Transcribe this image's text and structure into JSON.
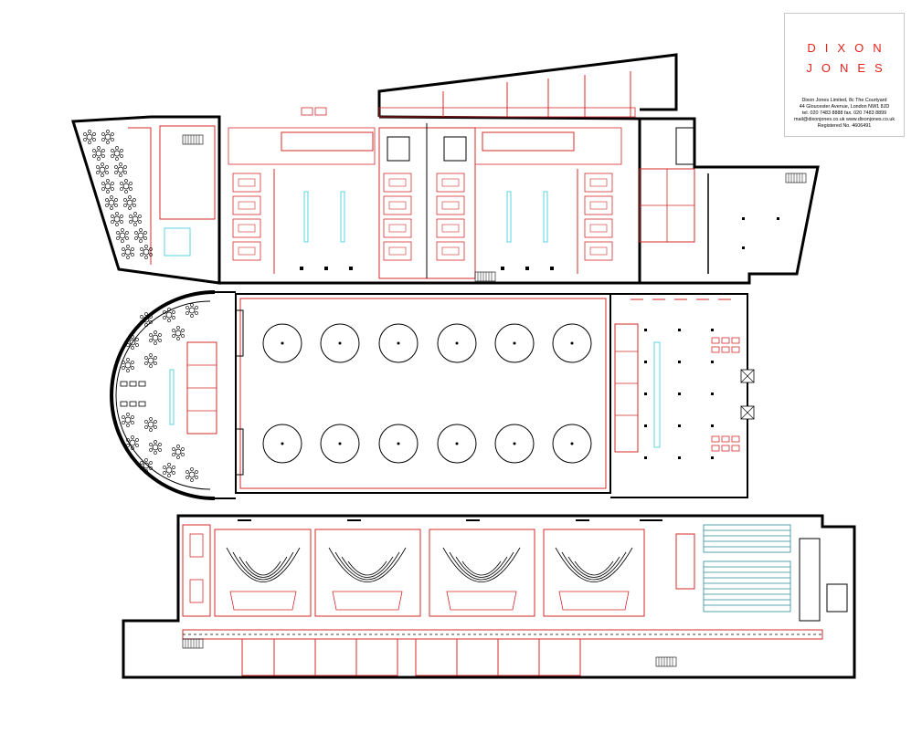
{
  "titleblock": {
    "brand_line1": "DIXON",
    "brand_line2": "JONES",
    "address_lines": [
      "Dixon Jones Limited, 8c The Courtyard",
      "44 Gloucester Avenue, London NW1 8JD",
      "tel. 020 7483 8888  fax. 020 7483 8899",
      "mail@dixonjones.co.uk  www.dixonjones.co.uk",
      "Registered No. 4606491"
    ]
  },
  "colors": {
    "wall": "#000000",
    "partition": "#d42a2a",
    "glazing": "#5bd6e0",
    "brand": "#e2231a"
  },
  "icons": [
    "round-banquet-table-icon",
    "fire-escape-stair-icon",
    "ventilation-shaft-icon",
    "auditorium-seating-icon",
    "column-icon"
  ]
}
